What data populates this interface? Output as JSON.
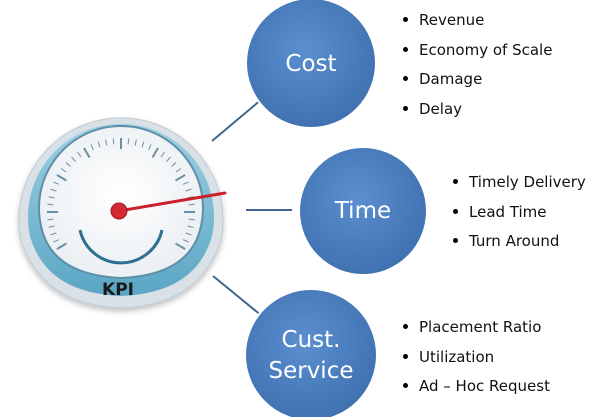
{
  "gauge": {
    "label": "KPI",
    "icon": "speedometer-icon",
    "needle_color": "#cc1f2a",
    "dial_color": "#7cbfd6"
  },
  "circle_color": "#4f81bd",
  "connector_color": "#41658f",
  "branches": [
    {
      "title": "Cost",
      "items": [
        "Revenue",
        "Economy of Scale",
        "Damage",
        "Delay"
      ]
    },
    {
      "title": "Time",
      "items": [
        "Timely Delivery",
        "Lead Time",
        "Turn Around"
      ]
    },
    {
      "title_lines": [
        "Cust.",
        "Service"
      ],
      "items": [
        "Placement Ratio",
        "Utilization",
        "Ad – Hoc Request"
      ]
    }
  ]
}
